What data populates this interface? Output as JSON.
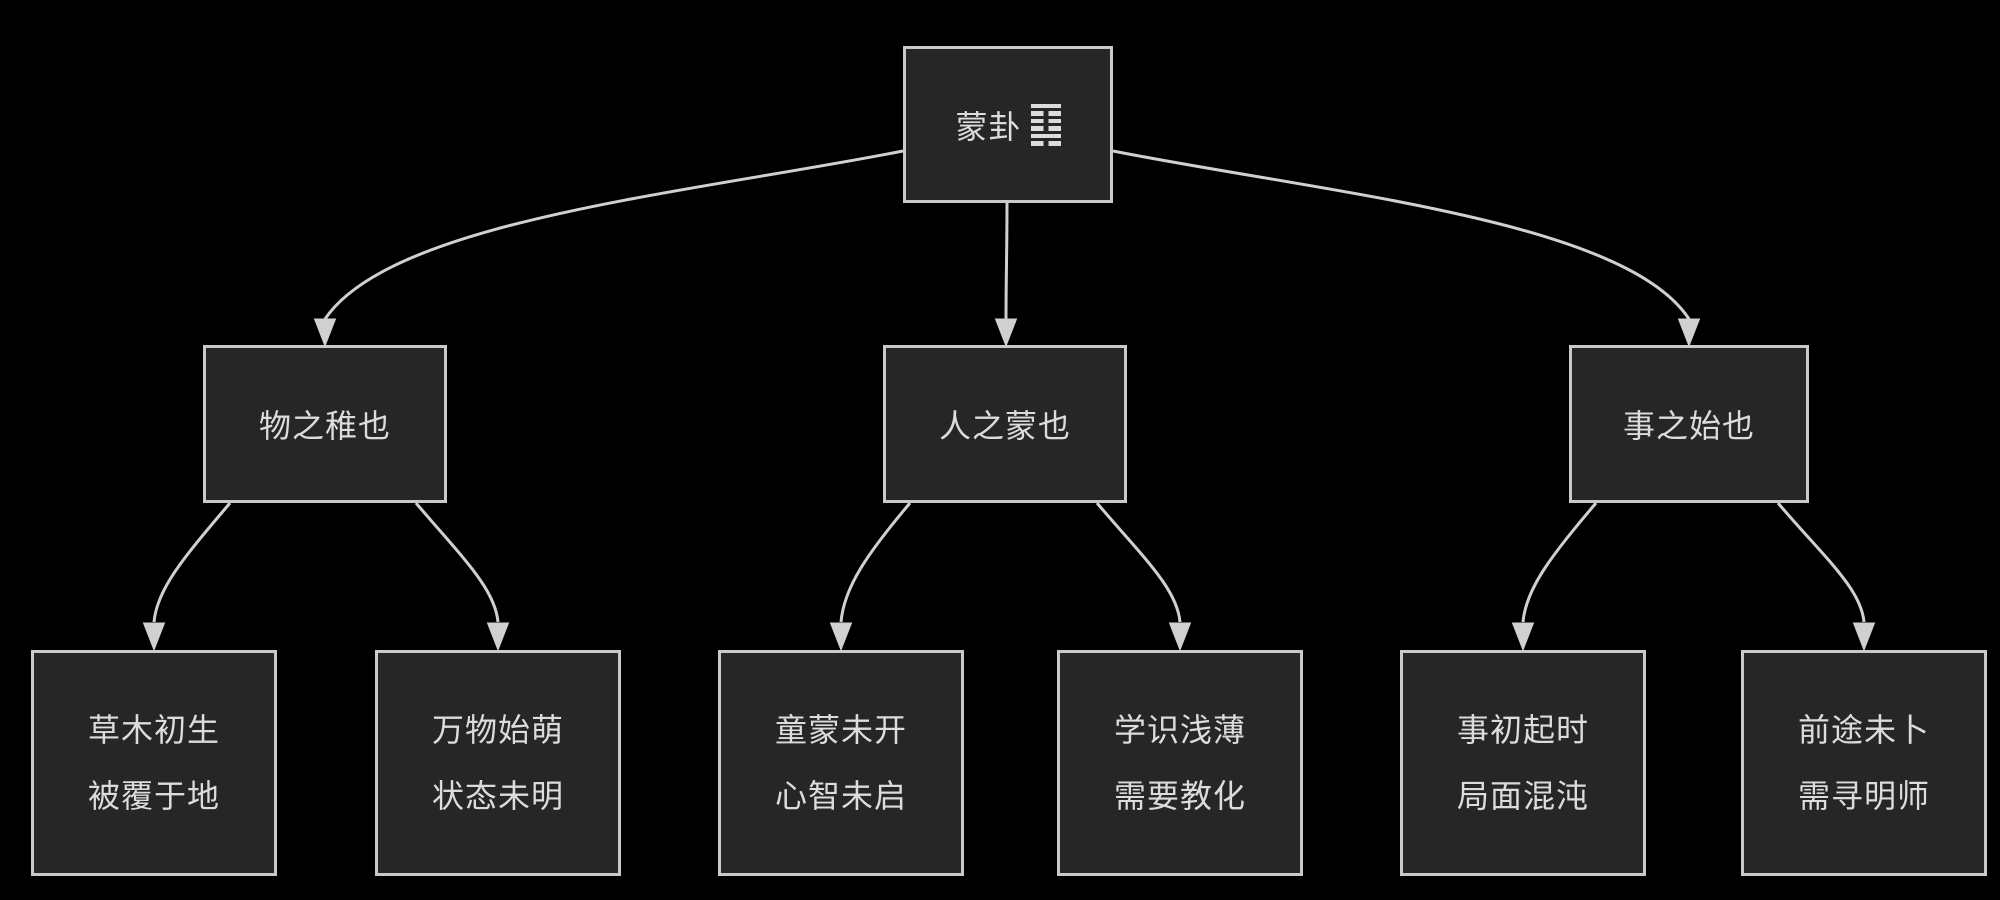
{
  "diagram": {
    "type": "flowchart",
    "direction": "top-down",
    "root": {
      "label": "蒙卦",
      "hexagram_symbol": "䷃",
      "hexagram_name": "meng",
      "hexagram_lines_top_to_bottom": [
        "solid",
        "broken",
        "broken",
        "broken",
        "solid",
        "broken"
      ]
    },
    "branches": [
      {
        "label": "物之稚也",
        "children": [
          {
            "line1": "草木初生",
            "line2": "被覆于地"
          },
          {
            "line1": "万物始萌",
            "line2": "状态未明"
          }
        ]
      },
      {
        "label": "人之蒙也",
        "children": [
          {
            "line1": "童蒙未开",
            "line2": "心智未启"
          },
          {
            "line1": "学识浅薄",
            "line2": "需要教化"
          }
        ]
      },
      {
        "label": "事之始也",
        "children": [
          {
            "line1": "事初起时",
            "line2": "局面混沌"
          },
          {
            "line1": "前途未卜",
            "line2": "需寻明师"
          }
        ]
      }
    ],
    "colors": {
      "background": "#000000",
      "node_fill": "#262626",
      "node_border": "#c9c9c9",
      "edge": "#d0d0d0",
      "text": "#dcdcdc"
    }
  }
}
